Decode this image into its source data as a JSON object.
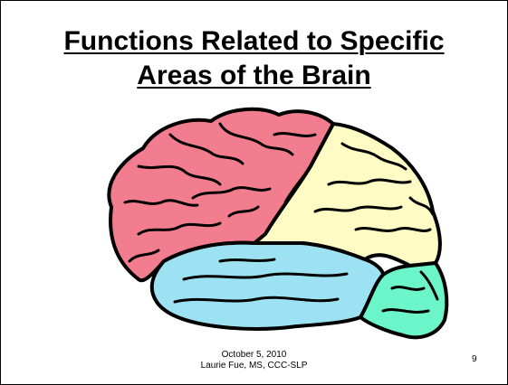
{
  "slide": {
    "title_line1": "Functions Related to Specific",
    "title_line2": "Areas of the Brain",
    "footer_date": "October 5, 2010",
    "footer_author": "Laurie Fue, MS, CCC-SLP",
    "page_number": "9"
  },
  "brain_colors": {
    "frontal": "#F27D8E",
    "parietal": "#FFFBC4",
    "temporal": "#9DE2F2",
    "occipital": "#6CF5C8",
    "outline": "#000000"
  }
}
